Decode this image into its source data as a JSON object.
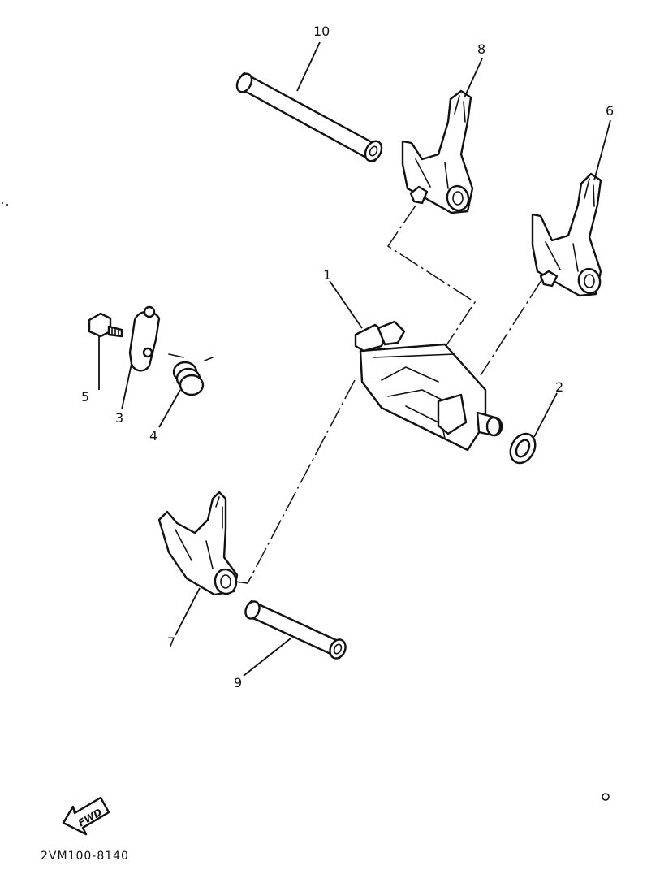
{
  "callouts": {
    "c1": "1",
    "c2": "2",
    "c3": "3",
    "c4": "4",
    "c5": "5",
    "c6": "6",
    "c7": "7",
    "c8": "8",
    "c9": "9",
    "c10": "10"
  },
  "fwd_label": "FWD",
  "diagram_code": "2VM100-8140"
}
